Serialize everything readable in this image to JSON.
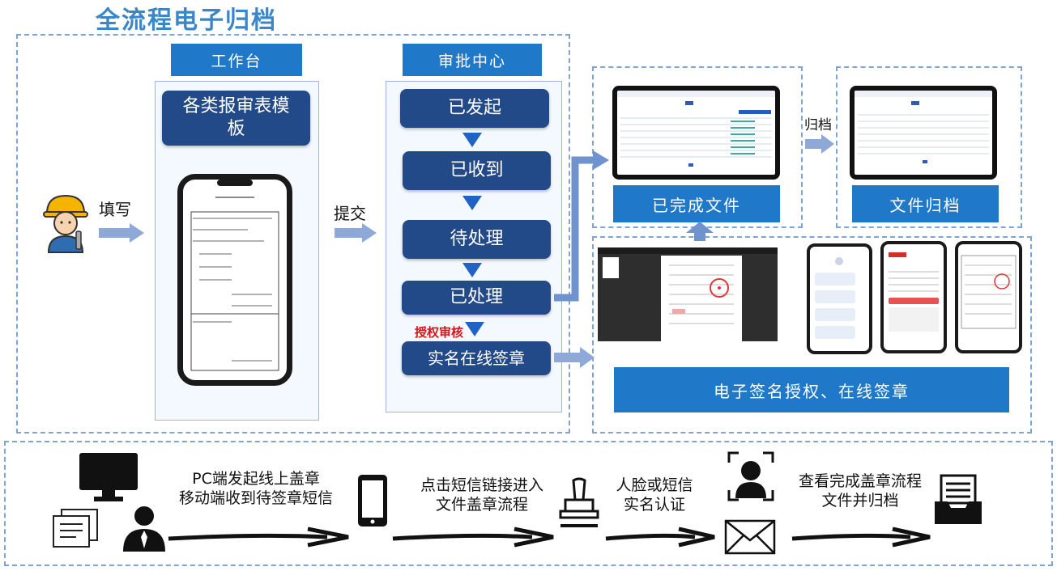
{
  "title": "全流程电子归档",
  "workbench": {
    "header": "工作台",
    "template_box": "各类报审表模板",
    "fill_label": "填写",
    "submit_label": "提交"
  },
  "approval": {
    "header": "审批中心",
    "steps": [
      "已发起",
      "已收到",
      "待处理",
      "已处理",
      "实名在线签章"
    ],
    "auth_note": "授权审核"
  },
  "completed": {
    "label": "已完成文件",
    "archive_arrow_label": "归档",
    "archive_label": "文件归档"
  },
  "signature": {
    "label": "电子签名授权、在线签章"
  },
  "bottom": {
    "step1_line1": "PC端发起线上盖章",
    "step1_line2": "移动端收到待签章短信",
    "step2_line1": "点击短信链接进入",
    "step2_line2": "文件盖章流程",
    "step3_line1": "人脸或短信",
    "step3_line2": "实名认证",
    "step4_line1": "查看完成盖章流程",
    "step4_line2": "文件并归档"
  },
  "colors": {
    "accent": "#1f78c8",
    "pill": "#234a88",
    "title": "#3a86c8",
    "arrow": "#8ea9d8",
    "red_note": "#d4141c"
  },
  "icons": [
    "worker-icon",
    "monitor-icon",
    "document-icon",
    "user-icon",
    "phone-icon",
    "stamp-icon",
    "face-scan-icon",
    "envelope-icon",
    "archive-box-icon"
  ]
}
